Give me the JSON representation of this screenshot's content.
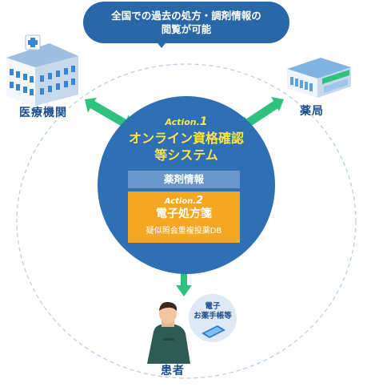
{
  "bubble": {
    "line1": "全国での過去の処方・調剤情報の",
    "line2": "閲覧が可能"
  },
  "nodes": {
    "hospital": "医療機関",
    "pharmacy": "薬局",
    "patient": "患者"
  },
  "system": {
    "action1_prefix": "Action.",
    "action1_num": "1",
    "title_line1": "オンライン資格確認",
    "title_line2": "等システム",
    "info_label": "薬剤情報",
    "action2_prefix": "Action.",
    "action2_num": "2",
    "rx_title": "電子処方箋",
    "rx_db": "疑似照会重複投薬DB"
  },
  "booklet": {
    "line1": "電子",
    "line2": "お薬手帳等"
  },
  "colors": {
    "navy": "#2a67a8",
    "circle": "#2f6fb3",
    "arrow": "#2ec27e",
    "yellow": "#ffe34a",
    "orange": "#f5a623"
  }
}
